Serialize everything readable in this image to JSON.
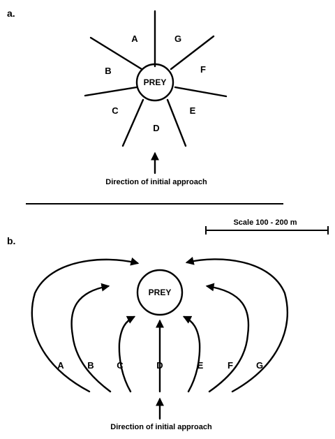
{
  "panel_a": {
    "label": "a.",
    "prey": "PREY",
    "sectors": [
      "A",
      "B",
      "C",
      "D",
      "E",
      "F",
      "G"
    ],
    "caption": "Direction of initial approach"
  },
  "panel_b": {
    "label": "b.",
    "prey": "PREY",
    "scale_label": "Scale  100 - 200 m",
    "paths": [
      "A",
      "B",
      "C",
      "D",
      "E",
      "F",
      "G"
    ],
    "caption": "Direction of initial approach"
  }
}
